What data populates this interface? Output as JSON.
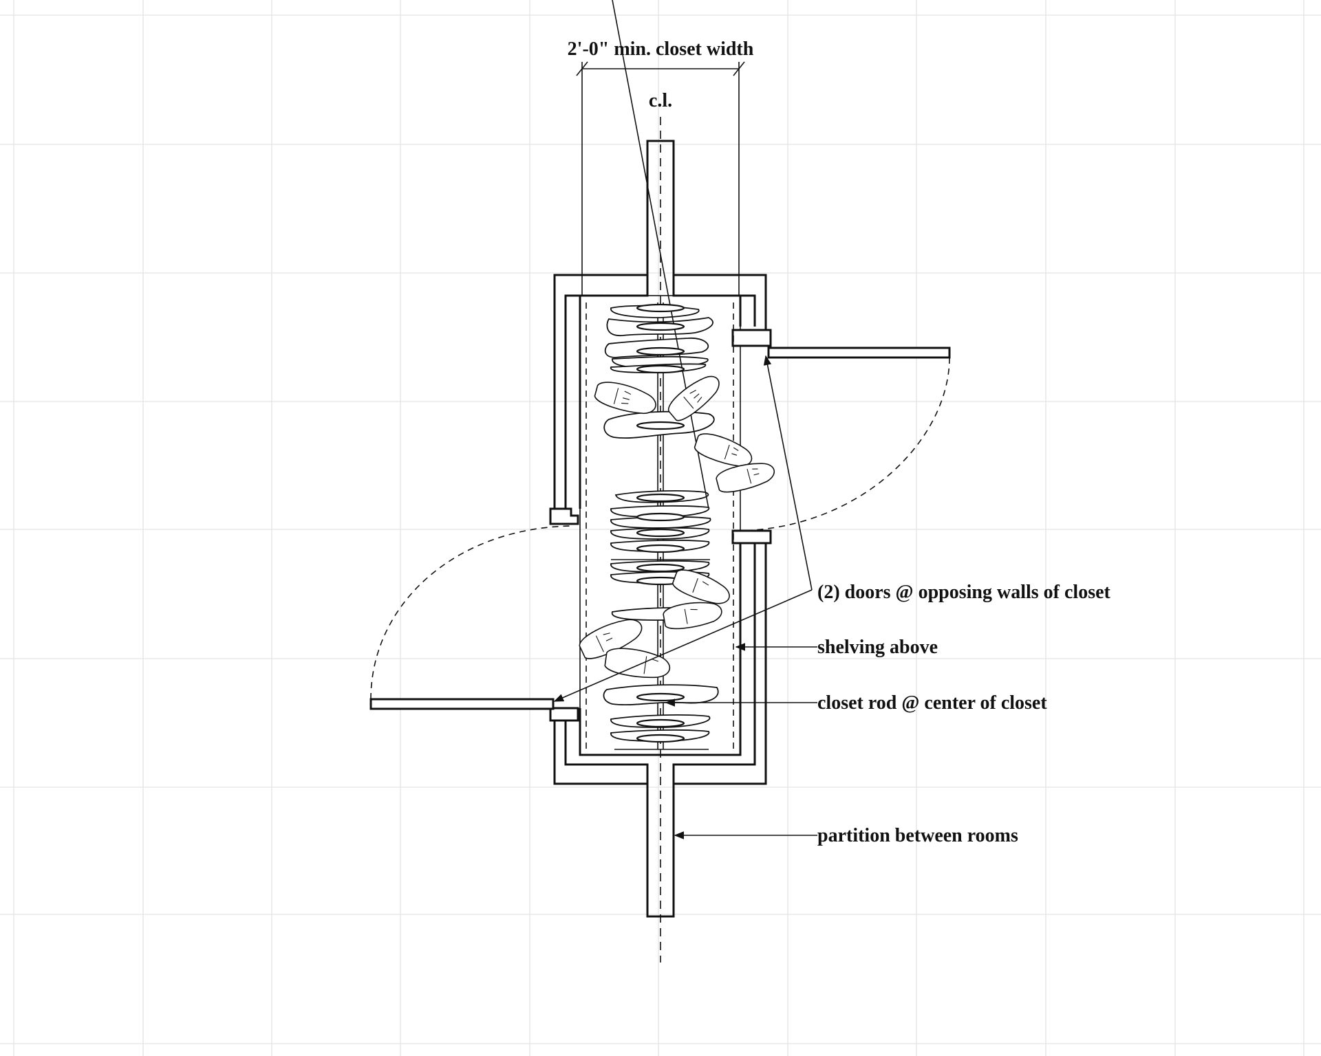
{
  "diagram": {
    "dimension_label": "2'-0\" min. closet width",
    "centerline_label": "c.l.",
    "annotations": {
      "doors": "(2) doors @ opposing walls of closet",
      "shelving": "shelving above",
      "rod": "closet rod @ center of closet",
      "partition": "partition between rooms"
    },
    "colors": {
      "line": "#111111",
      "grid": "#e3e3e3",
      "background": "#ffffff"
    }
  }
}
